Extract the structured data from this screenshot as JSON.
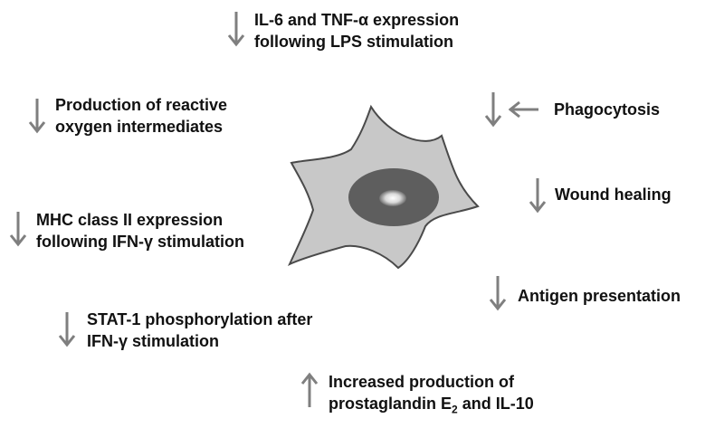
{
  "colors": {
    "arrow": "#7f7f7f",
    "cell_body": "#c8c8c8",
    "cell_outline": "#4a4a4a",
    "nucleus": "#5e5e5e",
    "nucleolus": "#f2f2f2",
    "text": "#111111"
  },
  "effects": [
    {
      "id": "il6",
      "direction": "down",
      "lines": [
        "IL-6 and TNF-α expression",
        "following LPS stimulation"
      ]
    },
    {
      "id": "ros",
      "direction": "down",
      "lines": [
        "Production of reactive",
        "oxygen intermediates"
      ]
    },
    {
      "id": "phago",
      "direction": "down",
      "lines": [
        "Phagocytosis"
      ]
    },
    {
      "id": "wound",
      "direction": "down",
      "lines": [
        "Wound healing"
      ]
    },
    {
      "id": "mhc",
      "direction": "down",
      "lines": [
        "MHC class II expression",
        "following IFN-γ stimulation"
      ]
    },
    {
      "id": "antigen",
      "direction": "down",
      "lines": [
        "Antigen presentation"
      ]
    },
    {
      "id": "stat1",
      "direction": "down",
      "lines": [
        "STAT-1 phosphorylation after",
        "IFN-γ stimulation"
      ]
    },
    {
      "id": "pge2",
      "direction": "up",
      "lines": [
        "Increased production of",
        "prostaglandin E",
        "2",
        " and IL-10"
      ]
    }
  ],
  "cell_icon": "macrophage-cell-icon",
  "pointer_icon": "arrow-left-icon"
}
